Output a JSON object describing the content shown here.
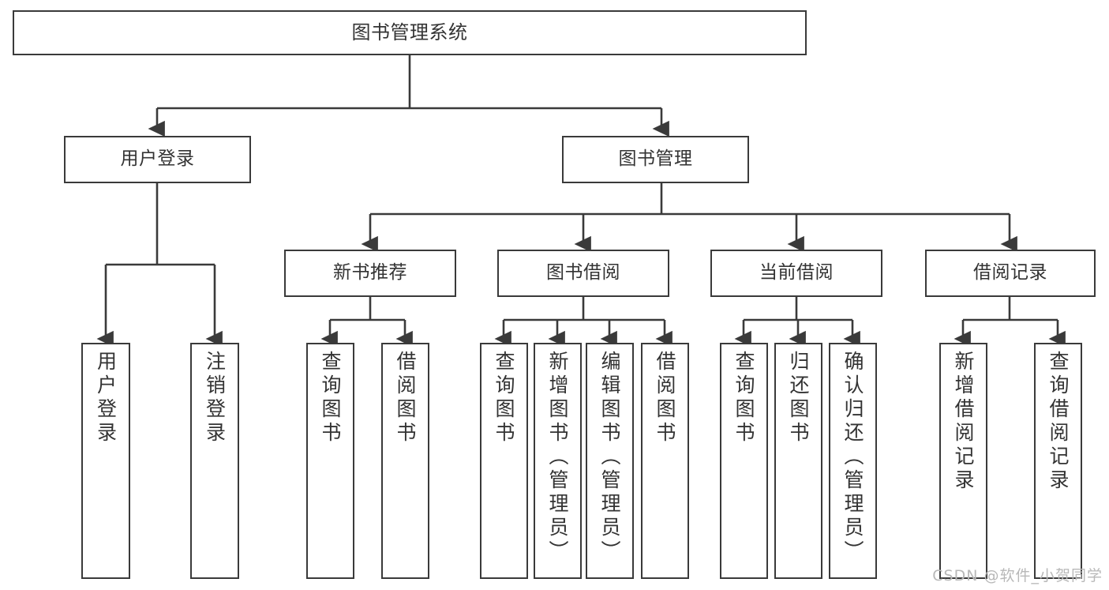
{
  "diagram": {
    "title": "图书管理系统",
    "type": "tree",
    "watermark": "CSDN @软件_小贺同学",
    "line_color": "#3a3a3a",
    "text_color": "#333333",
    "background": "#ffffff",
    "root": {
      "label": "图书管理系统"
    },
    "level1": [
      {
        "label": "用户登录"
      },
      {
        "label": "图书管理"
      }
    ],
    "level2": [
      {
        "label": "新书推荐"
      },
      {
        "label": "图书借阅"
      },
      {
        "label": "当前借阅"
      },
      {
        "label": "借阅记录"
      }
    ],
    "leaves": {
      "user_login": [
        {
          "label": "用户登录"
        },
        {
          "label": "注销登录"
        }
      ],
      "new_book_recommend": [
        {
          "label": "查询图书"
        },
        {
          "label": "借阅图书"
        }
      ],
      "book_borrow": [
        {
          "label": "查询图书"
        },
        {
          "label": "新增图书（管理员）"
        },
        {
          "label": "编辑图书（管理员）"
        },
        {
          "label": "借阅图书"
        }
      ],
      "current_borrow": [
        {
          "label": "查询图书"
        },
        {
          "label": "归还图书"
        },
        {
          "label": "确认归还（管理员）"
        }
      ],
      "borrow_record": [
        {
          "label": "新增借阅记录"
        },
        {
          "label": "查询借阅记录"
        }
      ]
    }
  }
}
